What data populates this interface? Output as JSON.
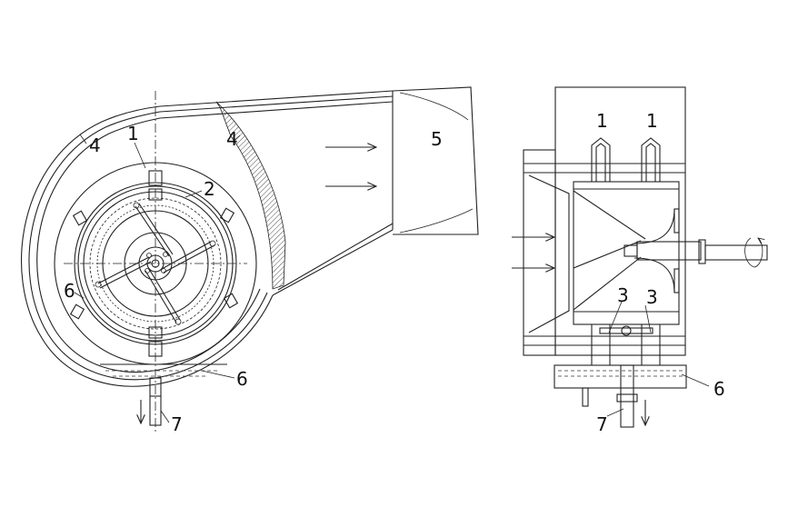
{
  "labels": {
    "front_1": "1",
    "front_2": "2",
    "front_4a": "4",
    "front_4b": "4",
    "front_5": "5",
    "front_6a": "6",
    "front_6b": "6",
    "front_7": "7",
    "side_1a": "1",
    "side_1b": "1",
    "side_3a": "3",
    "side_3b": "3",
    "side_6": "6",
    "side_7": "7"
  }
}
